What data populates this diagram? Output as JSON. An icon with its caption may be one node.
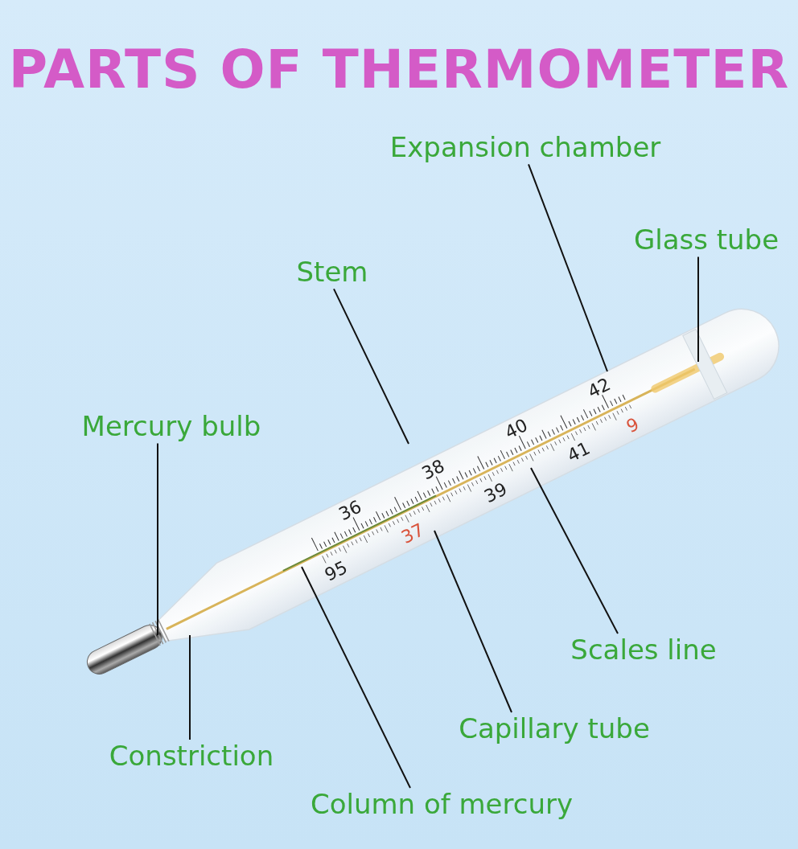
{
  "diagram": {
    "title": "PARTS OF THERMOMETER",
    "nodes": [
      {
        "text": [
          "Expansion chamber"
        ]
      },
      {
        "text": [
          "Glass tube"
        ]
      },
      {
        "text": [
          "Stem"
        ]
      },
      {
        "text": [
          "Mercury bulb"
        ]
      },
      {
        "text": [
          "Scales line"
        ]
      },
      {
        "text": [
          "Capillary tube"
        ]
      },
      {
        "text": [
          "Constriction"
        ]
      },
      {
        "text": [
          "Column of mercury"
        ]
      }
    ],
    "edges": [
      {
        "from": 0,
        "to": null,
        "arrow": "none"
      },
      {
        "from": 1,
        "to": null,
        "arrow": "none"
      },
      {
        "from": 2,
        "to": null,
        "arrow": "none"
      },
      {
        "from": 3,
        "to": null,
        "arrow": "none"
      },
      {
        "from": 4,
        "to": null,
        "arrow": "none"
      },
      {
        "from": 5,
        "to": null,
        "arrow": "none"
      },
      {
        "from": 6,
        "to": null,
        "arrow": "none"
      },
      {
        "from": 7,
        "to": null,
        "arrow": "none"
      }
    ],
    "labels": [
      "42",
      "40",
      "9",
      "41",
      "38",
      "39",
      "36",
      "37",
      "95"
    ]
  }
}
